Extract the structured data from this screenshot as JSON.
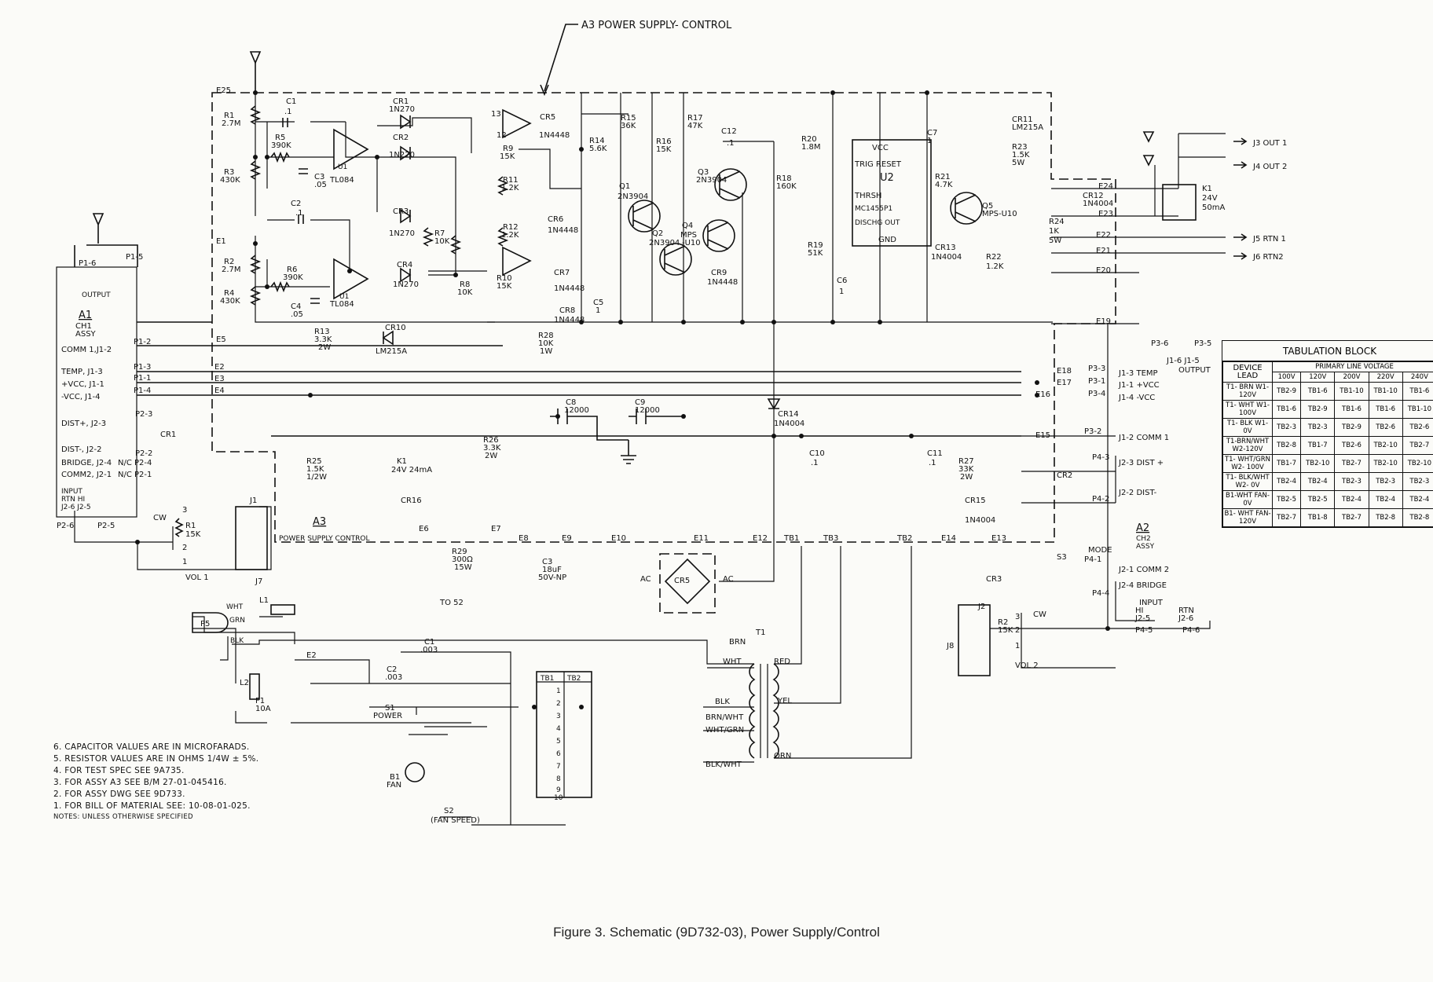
{
  "diagram": {
    "block_label": "A3 POWER SUPPLY- CONTROL",
    "block_footer": "A3",
    "block_footer_sub": "POWER SUPPLY CONTROL",
    "assemblies": {
      "a1": {
        "name": "A1",
        "sub": "CH1\nASSY",
        "output": "OUTPUT"
      },
      "a2": {
        "name": "A2",
        "sub": "CH2\nASSY"
      }
    },
    "a1_pins": [
      "COMM 1,J1-2",
      "TEMP, J1-3",
      "+VCC, J1-1",
      "-VCC, J1-4",
      "DIST+, J2-3",
      "DIST-, J2-2",
      "BRIDGE, J2-4",
      "COMM2, J2-1"
    ],
    "components": [
      "R1 2.7M",
      "R2 2.7M",
      "R3 430K",
      "R4 430K",
      "R5 390K",
      "R6 390K",
      "C1 .1",
      "C2 .1",
      "C3 .05",
      "C4 .05",
      "CR1 1N270",
      "CR2 1N270",
      "CR3 1N270",
      "CR4 1N270",
      "R7 10K",
      "R8 10K",
      "U1 TL084",
      "U1 TL084",
      "R9 15K",
      "R10 15K",
      "R11 1.2K",
      "R12 1.2K",
      "R13 3.3K 2W",
      "R14 5.6K",
      "R15 36K",
      "R16 15K",
      "R17 47K",
      "C12 .1",
      "R18 160K",
      "R19 51K",
      "R20 1.8M",
      "C6 1",
      "Q1 2N3904",
      "Q2 2N3904",
      "Q3 2N3904",
      "Q4 MPS-U10",
      "CR5 1N4448",
      "CR6 1N4448",
      "CR7 1N4448",
      "CR8 1N4448",
      "CR9 1N4448",
      "C5 1",
      "R28 10K 1W",
      "CR10 LM215A",
      "C7 1",
      "CR11 LM215A",
      "R23 1.5K 5W",
      "R21 4.7K",
      "Q5 MPS-U10",
      "CR13 1N4004",
      "R22 1.2K",
      "R24 1K 5W",
      "CR12 1N4004",
      "K1 24V 50mA",
      "CR4",
      "C8 12000",
      "C9 12000",
      "CR14 1N4004",
      "C10 .1",
      "C11 .1",
      "R27 33K 2W",
      "CR15 1N4004",
      "R25 1.5K 1/2W",
      "R26 3.3K 2W",
      "K1 24V 24mA",
      "CR16",
      "R29 300Ω 15W",
      "C3 18uF 50V-NP",
      "CR5",
      "T1",
      "L1",
      "L2",
      "F1 10A",
      "C1 .003",
      "C2 .003",
      "S1 POWER",
      "B1 FAN",
      "S2 (FAN SPEED)",
      "S3 MODE",
      "R1 15K",
      "R2 15K",
      "VOL 1",
      "VOL 2",
      "J1",
      "J2",
      "J7",
      "J8",
      "P5",
      "TO 52"
    ],
    "u2": {
      "name": "U2",
      "part": "MC1455P1",
      "pins": [
        "VCC",
        "TRIG RESET",
        "THRSH",
        "DISCHG OUT",
        "GND"
      ]
    },
    "outputs": [
      "J3 OUT 1",
      "J4 OUT 2",
      "J5 RTN 1",
      "J6 RTN2"
    ],
    "a2_pins": [
      "J1-3 TEMP",
      "J1-1 +VCC",
      "J1-4 -VCC",
      "J1-2 COMM 1",
      "J2-3 DIST +",
      "J2-2 DIST-",
      "J2-1 COMM 2",
      "J2-4 BRIDGE"
    ],
    "wire_colors": [
      "WHT",
      "GRN",
      "BLK",
      "BRN",
      "RED",
      "YEL",
      "BRN/WHT",
      "WHT/GRN",
      "BLK/WHT",
      "ORN"
    ]
  },
  "notes": [
    "6. CAPACITOR VALUES ARE IN MICROFARADS.",
    "5. RESISTOR VALUES ARE IN OHMS  1/4W ± 5%.",
    "4. FOR TEST SPEC SEE 9A735.",
    "3. FOR ASSY A3 SEE B/M 27-01-045416.",
    "2. FOR ASSY DWG SEE 9D733.",
    "1. FOR BILL OF MATERIAL SEE: 10-08-01-025.",
    "NOTES: UNLESS OTHERWISE SPECIFIED"
  ],
  "tabulation": {
    "title": "TABULATION BLOCK",
    "device_header": "DEVICE LEAD",
    "voltage_header": "PRIMARY LINE VOLTAGE",
    "columns": [
      "100V",
      "120V",
      "200V",
      "220V",
      "240V"
    ],
    "rows": [
      {
        "lead": "T1- BRN W1- 120V",
        "values": [
          "TB2-9",
          "TB1-6",
          "TB1-10",
          "TB1-10",
          "TB1-6"
        ]
      },
      {
        "lead": "T1- WHT W1-100V",
        "values": [
          "TB1-6",
          "TB2-9",
          "TB1-6",
          "TB1-6",
          "TB1-10"
        ]
      },
      {
        "lead": "T1- BLK W1- 0V",
        "values": [
          "TB2-3",
          "TB2-3",
          "TB2-9",
          "TB2-6",
          "TB2-6"
        ]
      },
      {
        "lead": "T1-BRN/WHT W2-120V",
        "values": [
          "TB2-8",
          "TB1-7",
          "TB2-6",
          "TB2-10",
          "TB2-7"
        ]
      },
      {
        "lead": "T1- WHT/GRN W2- 100V",
        "values": [
          "TB1-7",
          "TB2-10",
          "TB2-7",
          "TB2-10",
          "TB2-10"
        ]
      },
      {
        "lead": "T1- BLK/WHT W2- 0V",
        "values": [
          "TB2-4",
          "TB2-4",
          "TB2-3",
          "TB2-3",
          "TB2-3"
        ]
      },
      {
        "lead": "B1-WHT FAN- 0V",
        "values": [
          "TB2-5",
          "TB2-5",
          "TB2-4",
          "TB2-4",
          "TB2-4"
        ]
      },
      {
        "lead": "B1- WHT FAN- 120V",
        "values": [
          "TB2-7",
          "TB1-8",
          "TB2-7",
          "TB2-8",
          "TB2-8"
        ]
      }
    ]
  },
  "caption": "Figure 3. Schematic (9D732-03), Power Supply/Control"
}
